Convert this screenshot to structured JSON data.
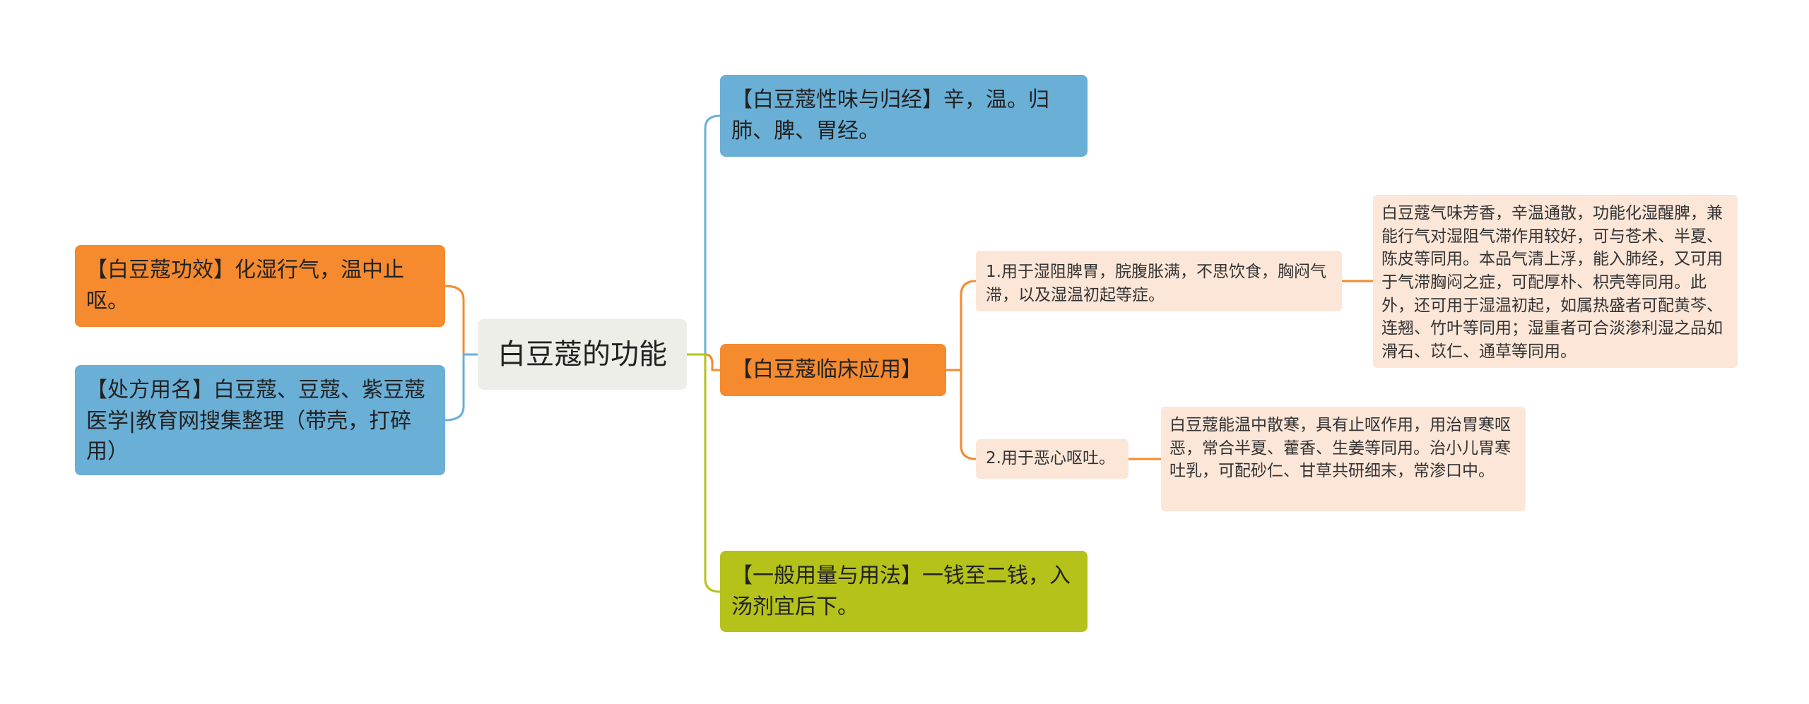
{
  "mindmap": {
    "center": {
      "label": "白豆蔻的功能"
    },
    "branches": {
      "xingwei": {
        "text": "【白豆蔻性味与归经】辛，温。归肺、脾、胃经。",
        "color": "#6aafd6"
      },
      "gongxiao": {
        "text": "【白豆蔻功效】化湿行气，温中止呕。",
        "color": "#f58a2e"
      },
      "chufang": {
        "text": "【处方用名】白豆蔻、豆蔻、紫豆蔻医学|教育网搜集整理（带壳，打碎用）",
        "color": "#6aafd6"
      },
      "linchuang": {
        "text": "【白豆蔻临床应用】",
        "color": "#f58a2e",
        "children": [
          {
            "text": "1.用于湿阻脾胃，脘腹胀满，不思饮食，胸闷气滞，以及湿温初起等症。",
            "detail": "白豆蔻气味芳香，辛温通散，功能化湿醒脾，兼能行气对湿阻气滞作用较好，可与苍术、半夏、陈皮等同用。本品气清上浮，能入肺经，又可用于气滞胸闷之症，可配厚朴、枳壳等同用。此外，还可用于湿温初起，如属热盛者可配黄芩、连翘、竹叶等同用；湿重者可合淡渗利湿之品如滑石、苡仁、通草等同用。"
          },
          {
            "text": "2.用于恶心呕吐。",
            "detail": "白豆蔻能温中散寒，具有止呕作用，用治胃寒呕恶，常合半夏、藿香、生姜等同用。治小儿胃寒吐乳，可配砂仁、甘草共研细末，常渗口中。"
          }
        ]
      },
      "yongliang": {
        "text": "【一般用量与用法】一钱至二钱，入汤剂宜后下。",
        "color": "#b5c21a"
      }
    }
  }
}
